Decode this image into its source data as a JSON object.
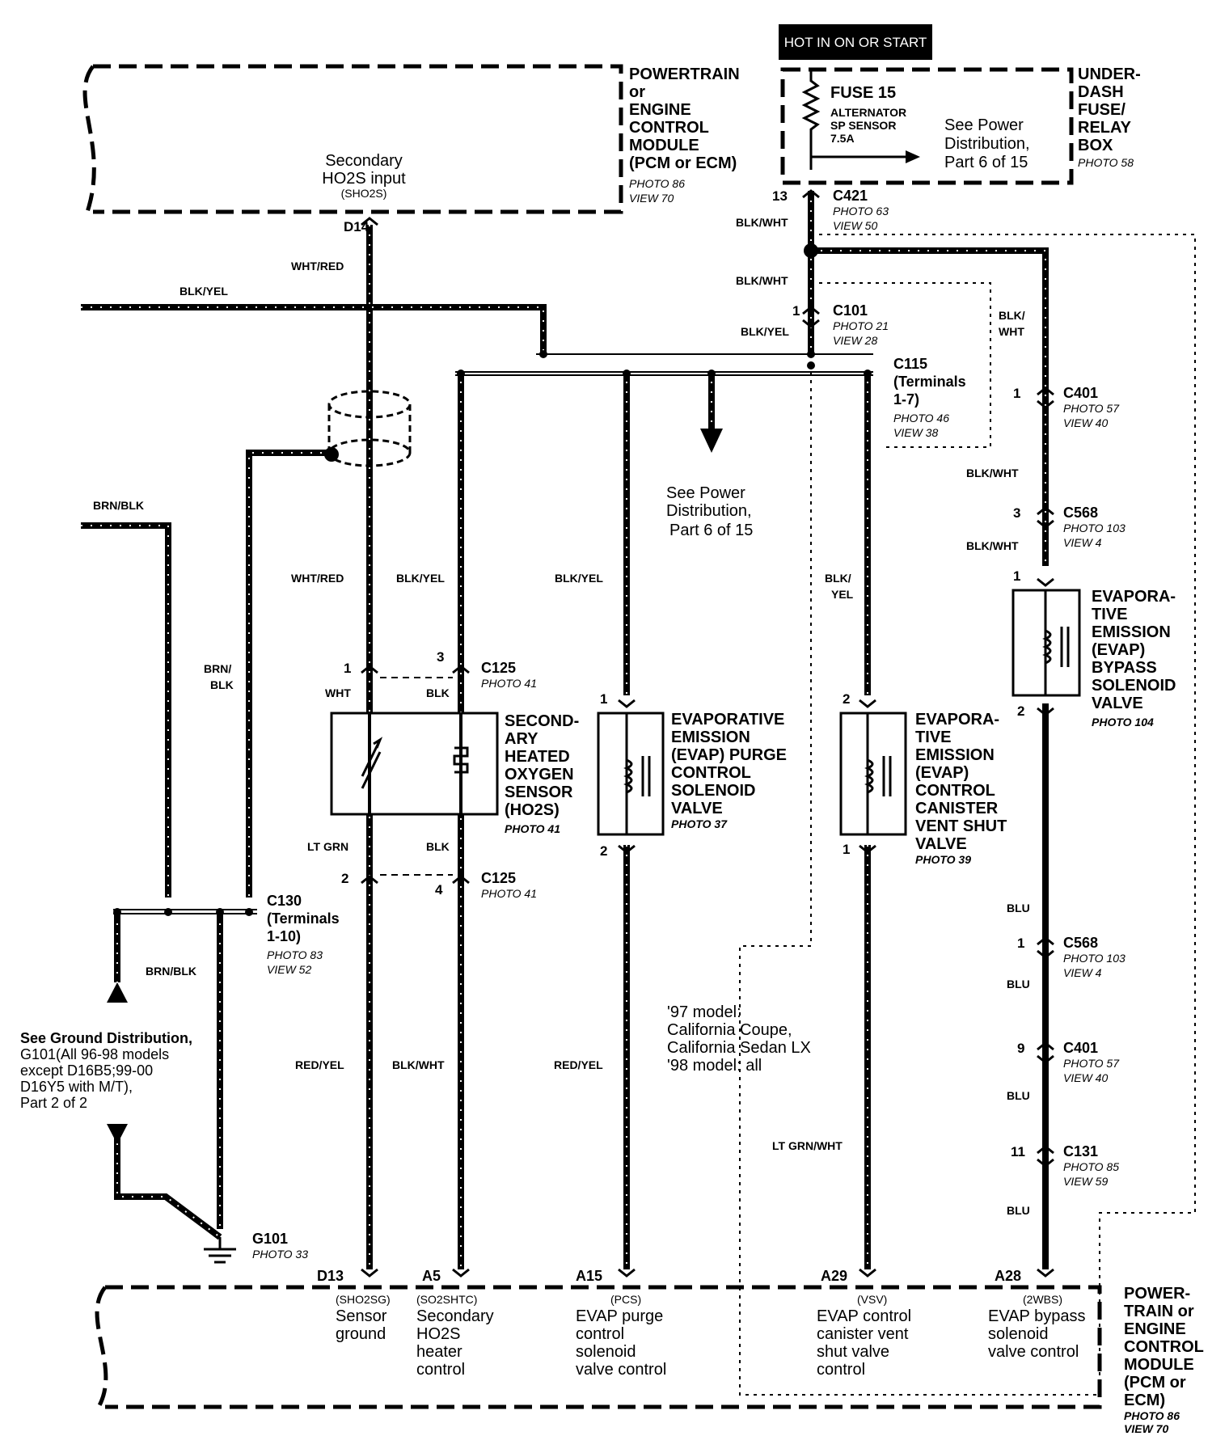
{
  "header": {
    "hot_label": "HOT IN ON OR START"
  },
  "ecm_top": {
    "lines": [
      "POWERTRAIN",
      "or",
      "ENGINE",
      "CONTROL",
      "MODULE",
      "(PCM or ECM)"
    ],
    "photo": "PHOTO 86",
    "view": "VIEW 70",
    "input_lines": [
      "Secondary",
      "HO2S input"
    ],
    "input_code": "(SHO2S)"
  },
  "fusebox": {
    "fuse": "FUSE 15",
    "sub_lines": [
      "ALTERNATOR",
      "SP SENSOR",
      "7.5A"
    ],
    "see_lines": [
      "See Power",
      "Distribution,",
      "Part 6 of 15"
    ],
    "box_lines": [
      "UNDER-",
      "DASH",
      "FUSE/",
      "RELAY",
      "BOX"
    ],
    "photo": "PHOTO 58"
  },
  "pins": {
    "d14": "D14",
    "p13": "13",
    "p1_c101": "1",
    "p1_c401": "1",
    "p3_c568": "3",
    "p1_evap_bypass": "1",
    "p2_evap_bypass": "2",
    "p1_c125": "1",
    "p3_c125": "3",
    "p2_c125": "2",
    "p4_c125": "4",
    "p1_purge": "1",
    "p2_purge": "2",
    "p2_vent": "2",
    "p1_vent": "1",
    "p1_c568b": "1",
    "p9_c401b": "9",
    "p11_c131": "11"
  },
  "connectors": {
    "c421": {
      "id": "C421",
      "photo": "PHOTO 63",
      "view": "VIEW 50"
    },
    "c101": {
      "id": "C101",
      "photo": "PHOTO 21",
      "view": "VIEW 28"
    },
    "c115": {
      "lines": [
        "C115",
        "(Terminals",
        "1-7)"
      ],
      "photo": "PHOTO 46",
      "view": "VIEW 38"
    },
    "c401": {
      "id": "C401",
      "photo": "PHOTO 57",
      "view": "VIEW 40"
    },
    "c568": {
      "id": "C568",
      "photo": "PHOTO 103",
      "view": "VIEW 4"
    },
    "c125_top": {
      "id": "C125",
      "photo": "PHOTO 41"
    },
    "c125_bot": {
      "id": "C125",
      "photo": "PHOTO 41"
    },
    "c130": {
      "lines": [
        "C130",
        "(Terminals",
        "1-10)"
      ],
      "photo": "PHOTO 83",
      "view": "VIEW 52"
    },
    "c568_b": {
      "id": "C568",
      "photo": "PHOTO 103",
      "view": "VIEW 4"
    },
    "c401_b": {
      "id": "C401",
      "photo": "PHOTO 57",
      "view": "VIEW 40"
    },
    "c131": {
      "id": "C131",
      "photo": "PHOTO 85",
      "view": "VIEW 59"
    }
  },
  "wires": {
    "blk_wht_1": "BLK/WHT",
    "blk_wht_2": "BLK/WHT",
    "wht_red_1": "WHT/RED",
    "blk_yel_left": "BLK/YEL",
    "blk_yel_c101": "BLK/YEL",
    "blk_wht_side": [
      "BLK/",
      "WHT"
    ],
    "brn_blk_left": "BRN/BLK",
    "brn_blk_vert": [
      "BRN/",
      "BLK"
    ],
    "blk_wht_c401": "BLK/WHT",
    "blk_wht_c568": "BLK/WHT",
    "wht_red_2": "WHT/RED",
    "blk_yel_2": "BLK/YEL",
    "blk_yel_3": "BLK/YEL",
    "blk_yel_4": [
      "BLK/",
      "YEL"
    ],
    "wht": "WHT",
    "blk_1": "BLK",
    "lt_grn": "LT GRN",
    "blk_2": "BLK",
    "brn_blk_2": "BRN/BLK",
    "red_yel_1": "RED/YEL",
    "blk_wht_3": "BLK/WHT",
    "red_yel_2": "RED/YEL",
    "lt_grn_wht": "LT GRN/WHT",
    "blu_1": "BLU",
    "blu_2": "BLU",
    "blu_3": "BLU",
    "blu_4": "BLU"
  },
  "components": {
    "ho2s": {
      "lines": [
        "SECOND-",
        "ARY",
        "HEATED",
        "OXYGEN",
        "SENSOR",
        "(HO2S)"
      ],
      "photo": "PHOTO 41"
    },
    "purge": {
      "lines": [
        "EVAPORATIVE",
        "EMISSION",
        "(EVAP) PURGE",
        "CONTROL",
        "SOLENOID",
        "VALVE"
      ],
      "photo": "PHOTO 37"
    },
    "vent": {
      "lines": [
        "EVAPORA-",
        "TIVE",
        "EMISSION",
        "(EVAP)",
        "CONTROL",
        "CANISTER",
        "VENT SHUT",
        "VALVE"
      ],
      "photo": "PHOTO 39"
    },
    "bypass": {
      "lines": [
        "EVAPORA-",
        "TIVE",
        "EMISSION",
        "(EVAP)",
        "BYPASS",
        "SOLENOID",
        "VALVE"
      ],
      "photo": "PHOTO 104"
    }
  },
  "notes": {
    "power_dist": [
      "See Power",
      "Distribution,",
      "Part 6 of 15"
    ],
    "ground_dist": [
      "See Ground Distribution,",
      "G101(All 96-98 models",
      "except D16B5;99-00",
      "D16Y5 with M/T),",
      "Part 2 of 2"
    ],
    "model_note": [
      "'97 model:",
      "California Coupe,",
      "California Sedan LX",
      "'98 model: all"
    ]
  },
  "ground": {
    "id": "G101",
    "photo": "PHOTO 33"
  },
  "ecm_bottom": {
    "pins": [
      "D13",
      "A5",
      "A15",
      "A29",
      "A28"
    ],
    "codes": [
      "(SHO2SG)",
      "(SO2SHTC)",
      "(PCS)",
      "(VSV)",
      "(2WBS)"
    ],
    "labels": [
      [
        "Sensor",
        "ground"
      ],
      [
        "Secondary",
        "HO2S",
        "heater",
        "control"
      ],
      [
        "EVAP purge",
        "control",
        "solenoid",
        "valve control"
      ],
      [
        "EVAP control",
        "canister vent",
        "shut valve",
        "control"
      ],
      [
        "EVAP bypass",
        "solenoid",
        "valve control"
      ]
    ],
    "title_lines": [
      "POWER-",
      "TRAIN or",
      "ENGINE",
      "CONTROL",
      "MODULE",
      "(PCM or",
      "ECM)"
    ],
    "photo": "PHOTO 86",
    "view": "VIEW 70"
  }
}
